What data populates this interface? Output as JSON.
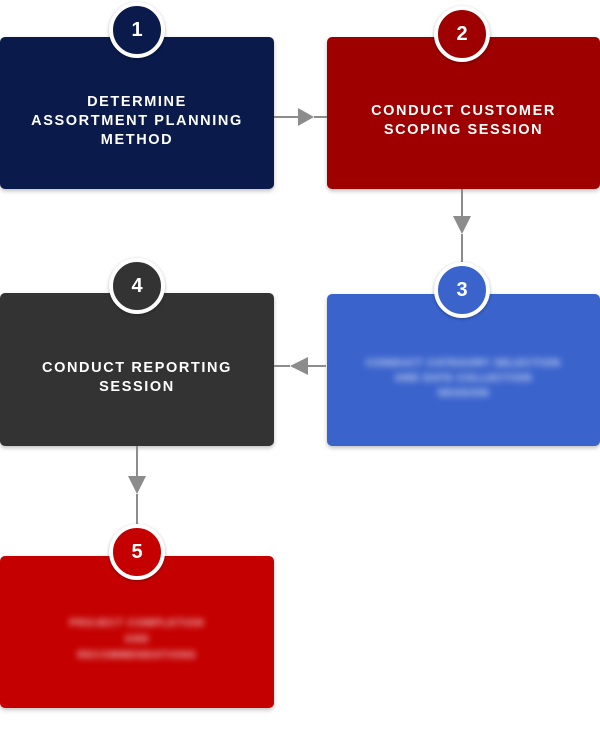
{
  "steps": [
    {
      "number": "1",
      "label": "Determine\nAssortment Planning\nMethod",
      "color": "#0a1a4a"
    },
    {
      "number": "2",
      "label": "Conduct Customer\nScoping Session",
      "color": "#9e0000"
    },
    {
      "number": "3",
      "label": "Conduct Category Selection\nand Data Collection\nSession",
      "color": "#3a63cc"
    },
    {
      "number": "4",
      "label": "Conduct Reporting\nSession",
      "color": "#333333"
    },
    {
      "number": "5",
      "label": "Project Completion\nand\nRecommendations",
      "color": "#c40000"
    }
  ],
  "colors": {
    "arrow": "#8c8c8c",
    "badge_border": "#ffffff"
  }
}
